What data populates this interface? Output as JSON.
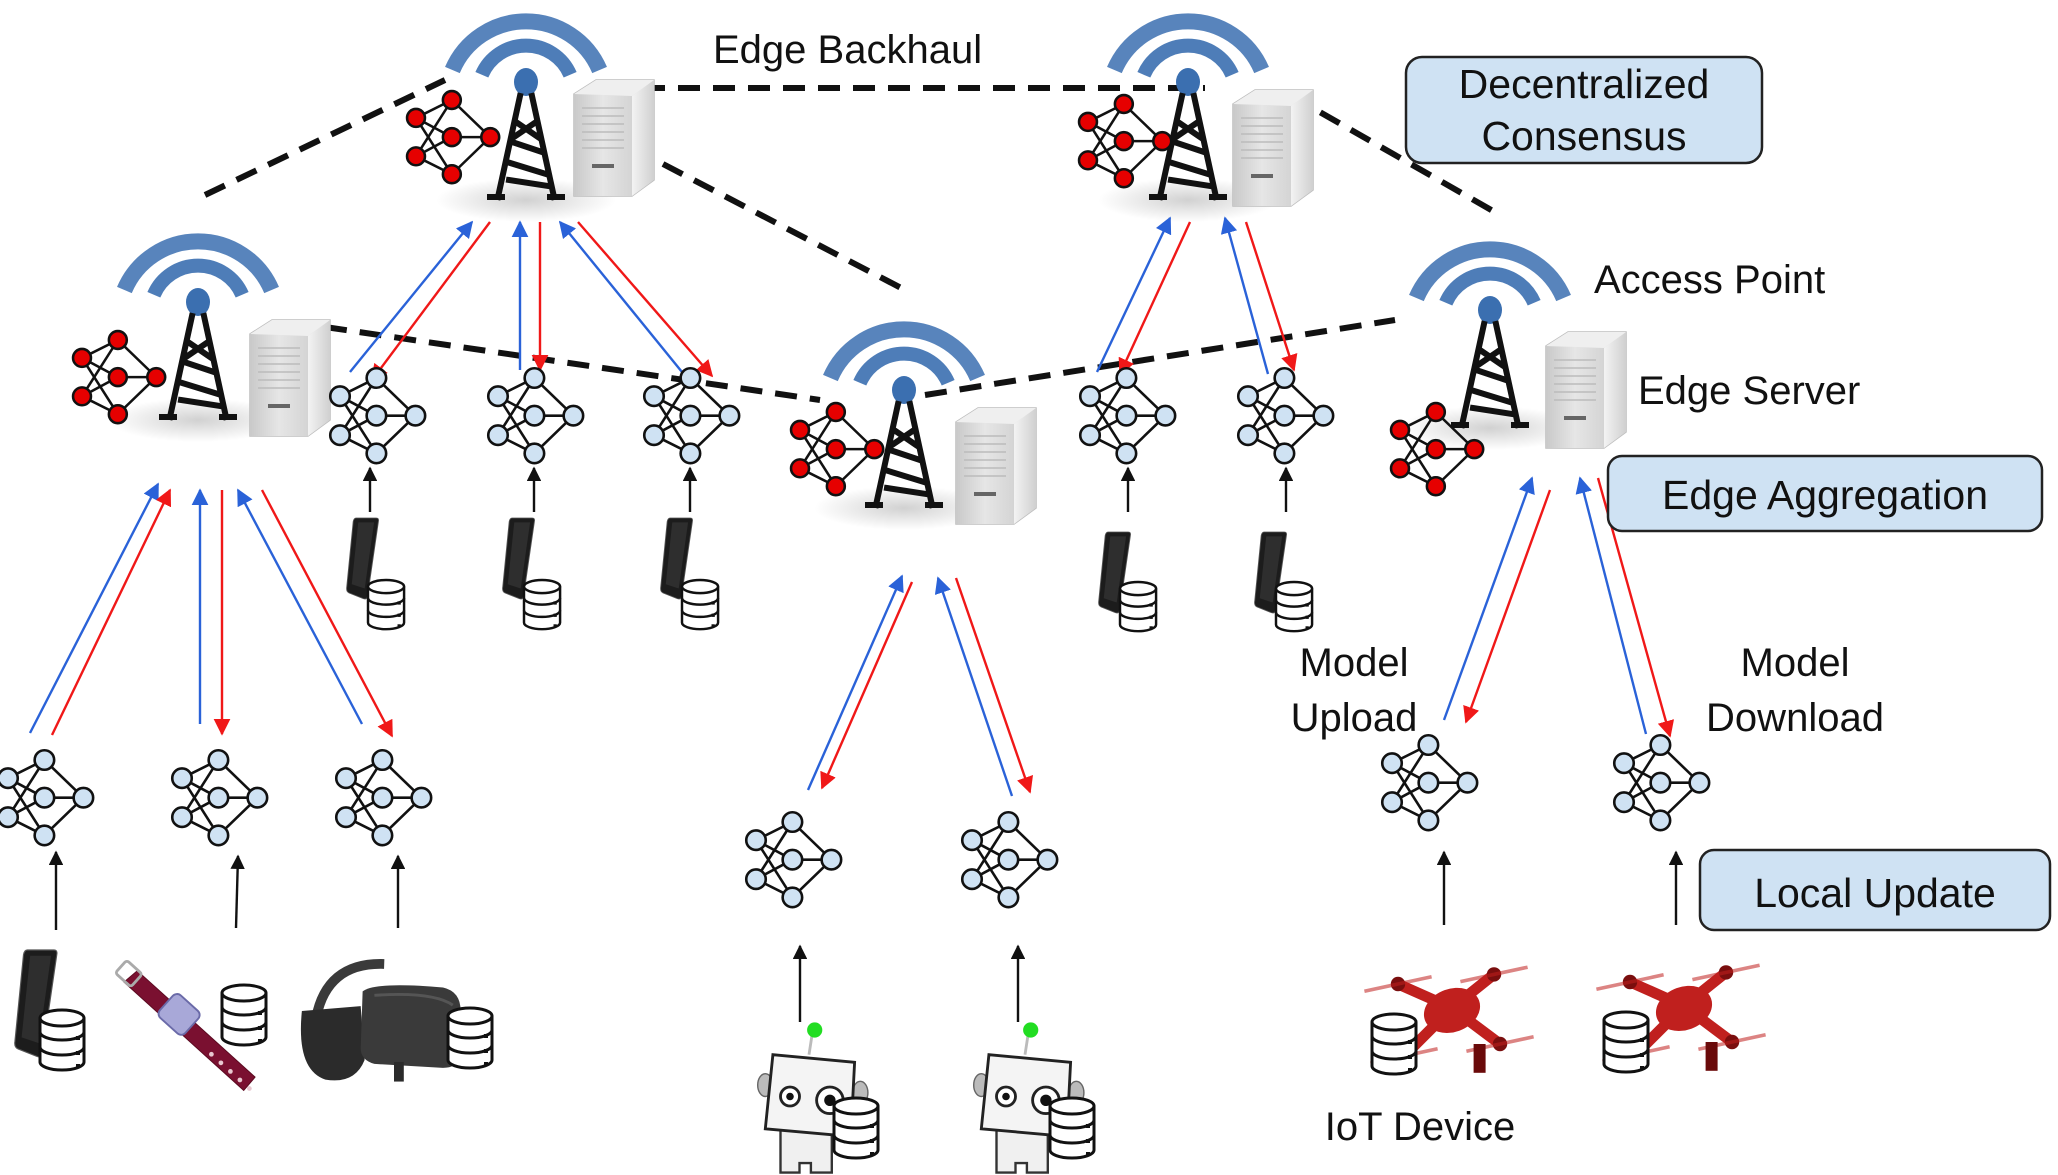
{
  "title": "Hierarchical decentralized federated learning at the edge",
  "labels": {
    "edge_backhaul": "Edge Backhaul",
    "access_point": "Access Point",
    "edge_server": "Edge Server",
    "model_upload_line1": "Model",
    "model_upload_line2": "Upload",
    "model_download_line1": "Model",
    "model_download_line2": "Download",
    "iot_device": "IoT Device"
  },
  "callouts": {
    "decentralized_consensus_line1": "Decentralized",
    "decentralized_consensus_line2": "Consensus",
    "edge_aggregation": "Edge Aggregation",
    "local_update": "Local Update"
  },
  "colors": {
    "upload_arrow": "#2a62d8",
    "download_arrow": "#f01818",
    "global_model_node": "#e60000",
    "local_model_node": "#cfe2f3",
    "callout_fill": "#cfe2f3",
    "signal_wave": "#3b6fb0",
    "backhaul_line": "#111111",
    "drone": "#c0201e",
    "watch_band": "#7a1030",
    "robot_led": "#22dd22"
  },
  "edge_sites": [
    {
      "id": "edge-site-left",
      "has_tower": true,
      "has_server": true,
      "has_global_model": true
    },
    {
      "id": "edge-site-top-left",
      "has_tower": true,
      "has_server": true,
      "has_global_model": true
    },
    {
      "id": "edge-site-center",
      "has_tower": true,
      "has_server": true,
      "has_global_model": true
    },
    {
      "id": "edge-site-top-right",
      "has_tower": true,
      "has_server": true,
      "has_global_model": true
    },
    {
      "id": "edge-site-right",
      "has_tower": true,
      "has_server": true,
      "has_global_model": true
    }
  ],
  "devices": [
    {
      "type": "smartphone",
      "cluster": "left"
    },
    {
      "type": "smartwatch",
      "cluster": "left"
    },
    {
      "type": "vr-headset",
      "cluster": "left"
    },
    {
      "type": "smartphone",
      "cluster": "top-left"
    },
    {
      "type": "smartphone",
      "cluster": "top-left"
    },
    {
      "type": "smartphone",
      "cluster": "top-left"
    },
    {
      "type": "robot",
      "cluster": "center"
    },
    {
      "type": "robot",
      "cluster": "center"
    },
    {
      "type": "smartphone",
      "cluster": "top-right"
    },
    {
      "type": "smartphone",
      "cluster": "top-right"
    },
    {
      "type": "drone",
      "cluster": "right"
    },
    {
      "type": "drone",
      "cluster": "right"
    }
  ],
  "legend_semantics": {
    "blue_arrow": "model upload",
    "red_arrow": "model download",
    "black_arrow": "local update",
    "dashed_line": "edge backhaul"
  }
}
